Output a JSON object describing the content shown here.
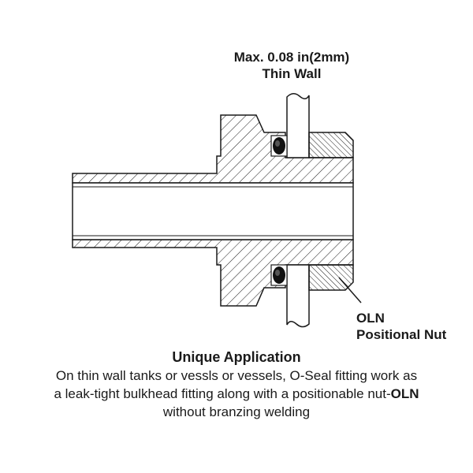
{
  "callouts": {
    "wall_line1": "Max. 0.08 in(2mm)",
    "wall_line2": "Thin Wall",
    "nut_line1": "OLN",
    "nut_line2": "Positional Nut"
  },
  "caption": {
    "title": "Unique Application",
    "line1": "On thin wall tanks or vessls or vessels, O-Seal fitting work as",
    "line2_prefix": "a leak-tight bulkhead fitting along with a positionable nut-",
    "line2_bold": "OLN",
    "line3": "without branzing welding"
  },
  "colors": {
    "line": "#1a1a1a",
    "background": "#ffffff"
  }
}
